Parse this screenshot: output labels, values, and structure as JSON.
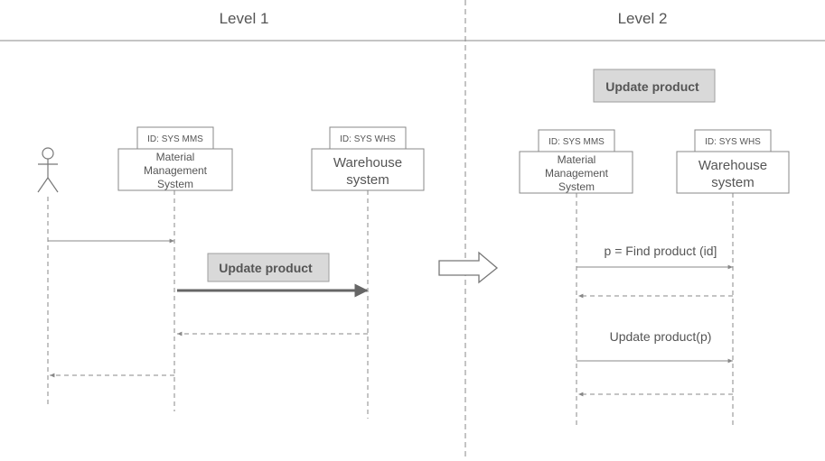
{
  "level1": {
    "title": "Level 1",
    "mms": {
      "id": "ID: SYS MMS",
      "name": [
        "Material",
        "Management",
        "System"
      ]
    },
    "whs": {
      "id": "ID: SYS WHS",
      "name": [
        "Warehouse",
        "system"
      ]
    },
    "note": "Update product"
  },
  "level2": {
    "title": "Level 2",
    "note": "Update product",
    "mms": {
      "id": "ID: SYS MMS",
      "name": [
        "Material",
        "Management",
        "System"
      ]
    },
    "whs": {
      "id": "ID: SYS WHS",
      "name": [
        "Warehouse",
        "system"
      ]
    },
    "messages": {
      "find": "p = Find product (id]",
      "update": "Update product(p)"
    }
  },
  "colors": {
    "line": "#888888",
    "text": "#555555",
    "note_fill": "#d9d9d9",
    "note_stroke": "#9e9e9e",
    "strong_arrow": "#666666"
  }
}
